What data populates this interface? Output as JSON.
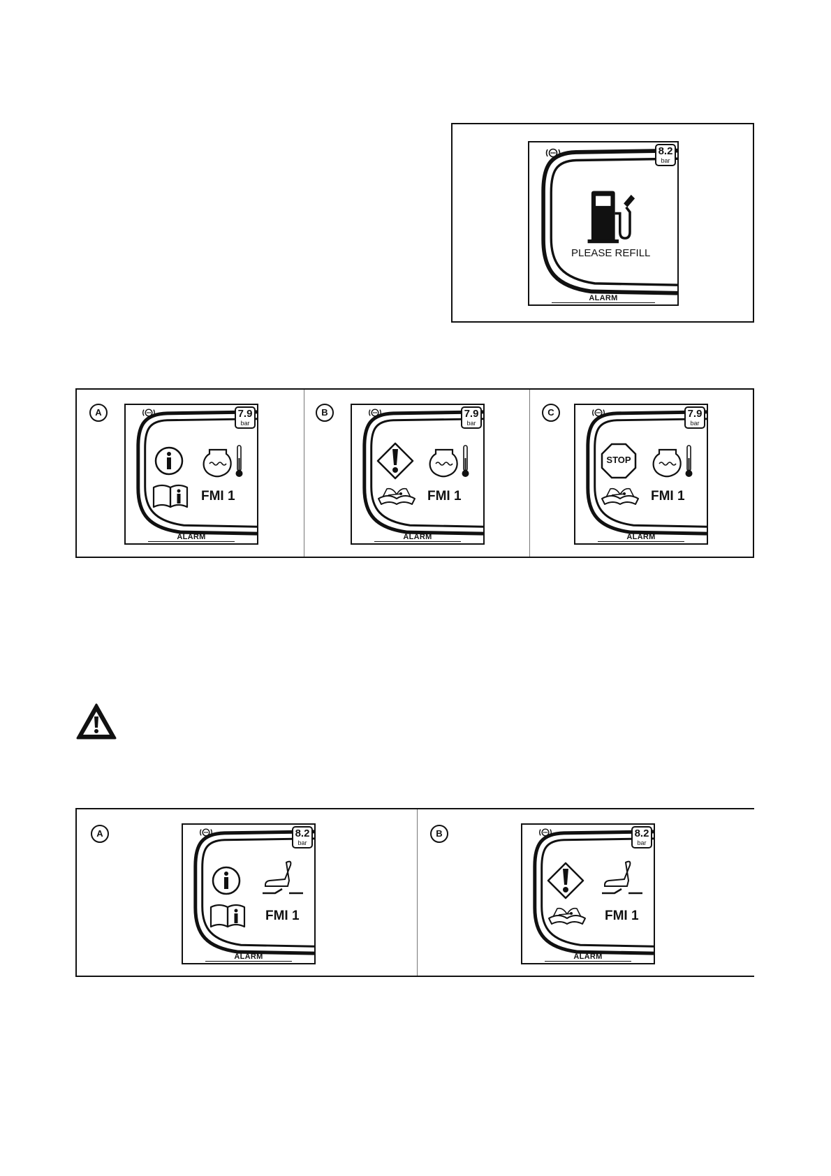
{
  "figure_top": {
    "pressure": {
      "value": "8.2",
      "unit": "bar"
    },
    "message": "PLEASE REFILL",
    "status": "ALARM",
    "icons": [
      "brake-icon",
      "fuel-pump-icon"
    ]
  },
  "figure_middle": {
    "panels": [
      {
        "letter": "A",
        "pressure": "7.9",
        "unit": "bar",
        "code": "FMI 1",
        "status": "ALARM",
        "severity_icon": "info-icon",
        "manual_icon": "manual-info-icon",
        "system_icon": "coolant-temperature-icon"
      },
      {
        "letter": "B",
        "pressure": "7.9",
        "unit": "bar",
        "code": "FMI 1",
        "status": "ALARM",
        "severity_icon": "warning-diamond-icon",
        "manual_icon": "manual-open-book-icon",
        "system_icon": "coolant-temperature-icon"
      },
      {
        "letter": "C",
        "pressure": "7.9",
        "unit": "bar",
        "code": "FMI 1",
        "status": "ALARM",
        "severity_icon": "stop-sign-icon",
        "stop_text": "STOP",
        "manual_icon": "manual-open-book-icon",
        "system_icon": "coolant-temperature-icon"
      }
    ]
  },
  "figure_bottom": {
    "panels": [
      {
        "letter": "A",
        "pressure": "8.2",
        "unit": "bar",
        "code": "FMI 1",
        "status": "ALARM",
        "severity_icon": "info-icon",
        "manual_icon": "manual-info-icon",
        "system_icon": "seat-switch-icon"
      },
      {
        "letter": "B",
        "pressure": "8.2",
        "unit": "bar",
        "code": "FMI 1",
        "status": "ALARM",
        "severity_icon": "warning-diamond-icon",
        "manual_icon": "manual-open-book-icon",
        "system_icon": "seat-switch-icon"
      }
    ]
  },
  "warning_symbol": "warning-triangle-icon"
}
